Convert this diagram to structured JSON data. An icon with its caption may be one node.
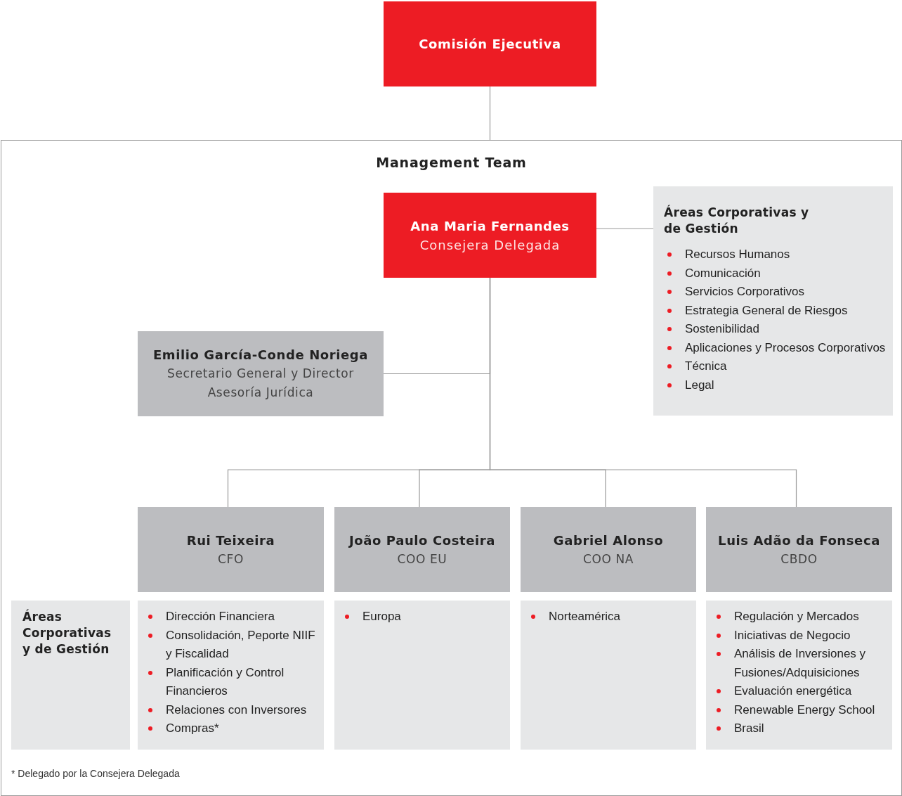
{
  "diagram": {
    "nodes": [
      {
        "text": [
          "Comisión Ejecutiva"
        ]
      },
      {
        "text": [
          "Management Team"
        ]
      },
      {
        "text": [
          "Ana Maria Fernandes",
          "Consejera Delegada"
        ],
        "in": 1
      },
      {
        "text": [
          "Áreas Corporativas y de Gestión",
          "Recursos Humanos",
          "Comunicación",
          "Servicios Corporativos",
          "Estrategia General de Riesgos",
          "Sostenibilidad",
          "Aplicaciones y Procesos Corporativos",
          "Técnica",
          "Legal"
        ],
        "in": 1
      },
      {
        "text": [
          "Emilio García-Conde Noriega",
          "Secretario General y Director Asesoría Jurídica"
        ],
        "in": 1
      },
      {
        "text": [
          "Rui Teixeira",
          "CFO"
        ],
        "in": 1
      },
      {
        "text": [
          "João Paulo Costeira",
          "COO EU"
        ],
        "in": 1
      },
      {
        "text": [
          "Gabriel Alonso",
          "COO NA"
        ],
        "in": 1
      },
      {
        "text": [
          "Luis Adão da Fonseca",
          "CBDO"
        ],
        "in": 1
      },
      {
        "text": [
          "Áreas Corporativas y de Gestión"
        ],
        "in": 1
      },
      {
        "text": [
          "Dirección Financiera",
          "Consolidación, Peporte NIIF y Fiscalidad",
          "Planificación y Control Financieros",
          "Relaciones con Inversores",
          "Compras*"
        ],
        "in": 1
      },
      {
        "text": [
          "Europa"
        ],
        "in": 1
      },
      {
        "text": [
          "Norteamérica"
        ],
        "in": 1
      },
      {
        "text": [
          "Regulación y Mercados",
          "Iniciativas de Negocio",
          "Análisis de Inversiones y Fusiones/Adquisiciones",
          "Evaluación energética",
          "Renewable Energy School",
          "Brasil"
        ],
        "in": 1
      }
    ],
    "edges": [
      {
        "from": 0,
        "to": 1,
        "arrow": "none"
      },
      {
        "from": 2,
        "to": 3,
        "arrow": "none"
      },
      {
        "from": 2,
        "to": 4,
        "arrow": "none"
      },
      {
        "from": 2,
        "to": 5,
        "arrow": "none"
      },
      {
        "from": 2,
        "to": 6,
        "arrow": "none"
      },
      {
        "from": 2,
        "to": 7,
        "arrow": "none"
      },
      {
        "from": 2,
        "to": 8,
        "arrow": "none"
      }
    ],
    "labels": [
      "* Delegado por la Consejera Delegada"
    ]
  }
}
